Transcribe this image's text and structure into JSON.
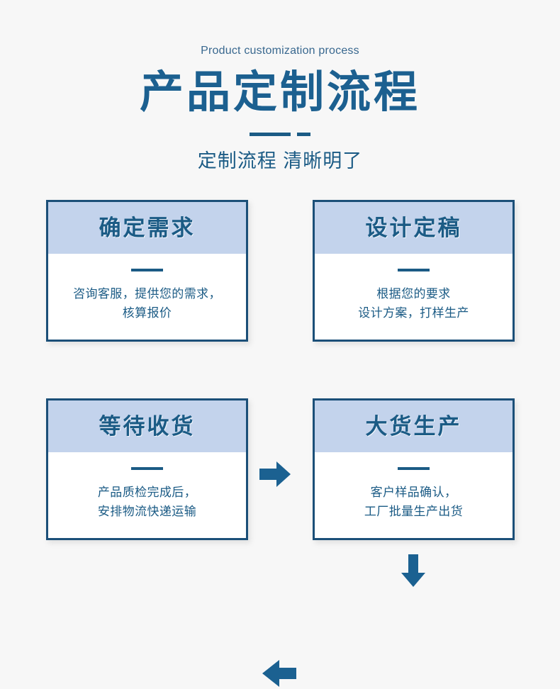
{
  "page": {
    "background_color": "#f7f7f7",
    "accent_dark": "#1b4f78",
    "accent_blue": "#1b5b85",
    "accent_title": "#1c6090",
    "card_head_fill": "#c3d3ec",
    "card_body_fill": "#ffffff"
  },
  "header": {
    "eyebrow": "Product customization process",
    "title": "产品定制流程",
    "subtitle": "定制流程 清晰明了"
  },
  "flow": {
    "cards": [
      {
        "id": "step-1",
        "title": "确定需求",
        "text": "咨询客服，提供您的需求，\n核算报价"
      },
      {
        "id": "step-2",
        "title": "设计定稿",
        "text": "根据您的要求\n设计方案，打样生产"
      },
      {
        "id": "step-3",
        "title": "等待收货",
        "text": "产品质检完成后，\n安排物流快递运输"
      },
      {
        "id": "step-4",
        "title": "大货生产",
        "text": "客户样品确认，\n工厂批量生产出货"
      }
    ],
    "connectors": [
      {
        "id": "connector-1-to-2",
        "icon": "arrow-right-icon",
        "direction": "right"
      },
      {
        "id": "connector-2-to-3",
        "icon": "arrow-down-icon",
        "direction": "down"
      },
      {
        "id": "connector-3-to-4",
        "icon": "arrow-left-icon",
        "direction": "left"
      }
    ]
  }
}
